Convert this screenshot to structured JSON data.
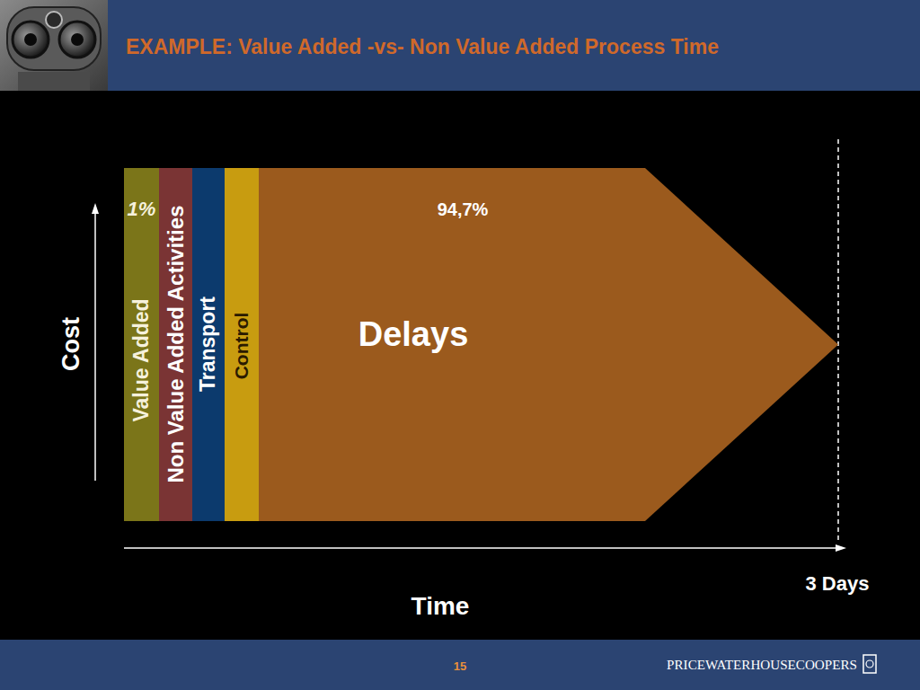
{
  "diagram": {
    "title": "EXAMPLE: Value Added -vs- Non Value Added Process Time",
    "nodes": [
      {
        "text": [
          "1%",
          "Value Added"
        ]
      },
      {
        "text": [
          "Non Value Added Activities"
        ]
      },
      {
        "text": [
          "Transport"
        ]
      },
      {
        "text": [
          "Control"
        ]
      },
      {
        "text": [
          "94,7%",
          "Delays"
        ]
      }
    ],
    "labels": [
      "Cost",
      "Time",
      "3 Days",
      "15",
      "PRICEWATERHOUSECOOPERS"
    ]
  }
}
